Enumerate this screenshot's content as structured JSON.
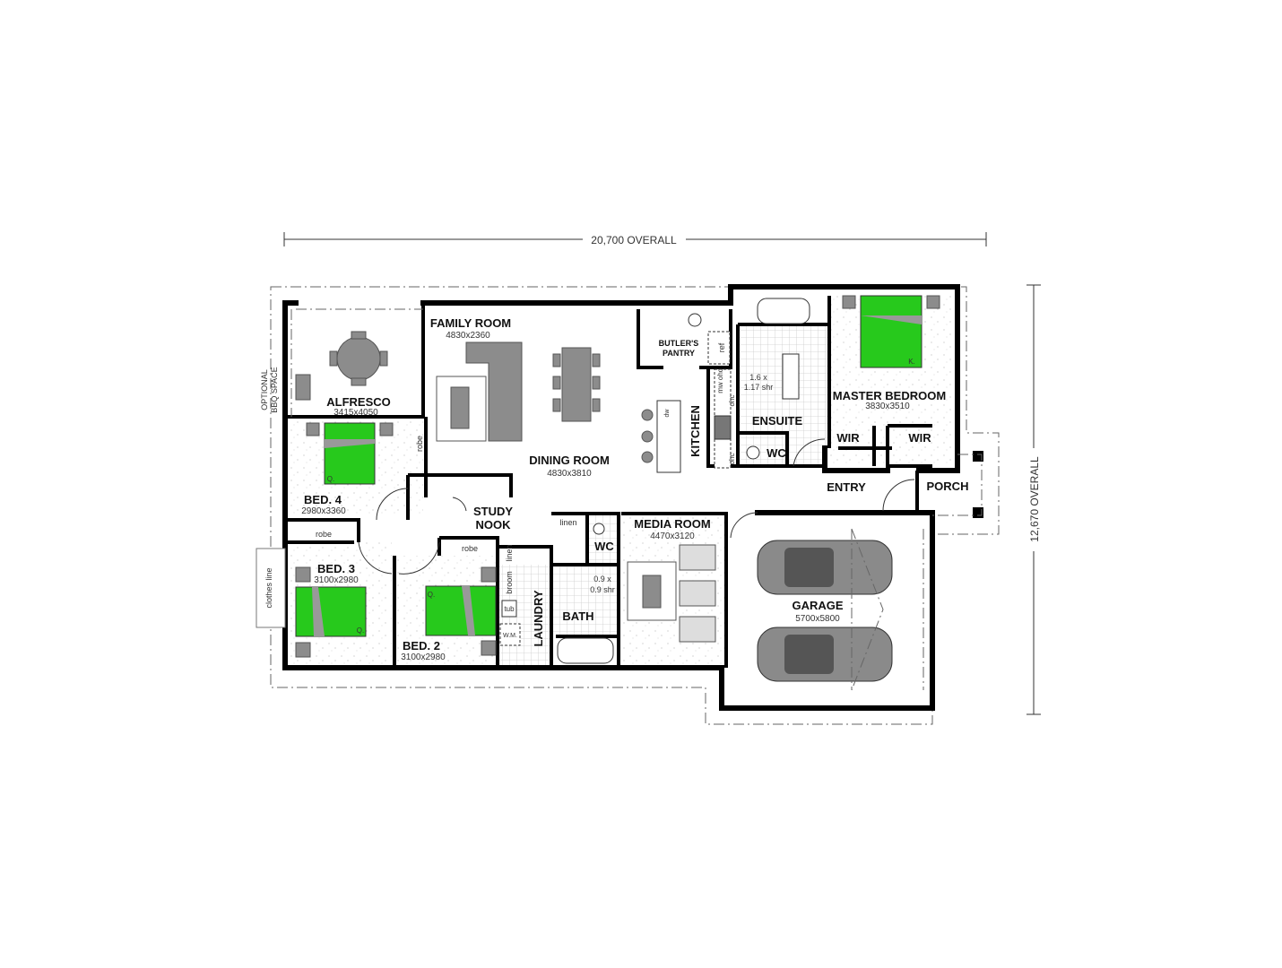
{
  "dimensions": {
    "overall_width": "20,700 OVERALL",
    "overall_depth": "12,670 OVERALL"
  },
  "colors": {
    "bed": "#27c91c",
    "furniture": "#8c8c8c",
    "walls": "#000000"
  },
  "rooms": {
    "family": {
      "name": "FAMILY ROOM",
      "size": "4830x2360"
    },
    "alfresco": {
      "name": "ALFRESCO",
      "size": "3415x4050"
    },
    "butlers": {
      "line1": "BUTLER'S",
      "line2": "PANTRY"
    },
    "kitchen": {
      "name": "KITCHEN"
    },
    "dining": {
      "name": "DINING ROOM",
      "size": "4830x3810"
    },
    "ensuite": {
      "name": "ENSUITE"
    },
    "wc_ensuite": {
      "name": "WC"
    },
    "master": {
      "name": "MASTER BEDROOM",
      "size": "3830x3510"
    },
    "wir1": {
      "name": "WIR"
    },
    "wir2": {
      "name": "WIR"
    },
    "entry": {
      "name": "ENTRY"
    },
    "porch": {
      "name": "PORCH"
    },
    "bed4": {
      "name": "BED. 4",
      "size": "2980x3360"
    },
    "study": {
      "line1": "STUDY",
      "line2": "NOOK"
    },
    "media": {
      "name": "MEDIA ROOM",
      "size": "4470x3120"
    },
    "wc": {
      "name": "WC"
    },
    "bed3": {
      "name": "BED. 3",
      "size": "3100x2980"
    },
    "bed2": {
      "name": "BED. 2",
      "size": "3100x2980"
    },
    "laundry": {
      "name": "LAUNDRY"
    },
    "bath": {
      "name": "BATH"
    },
    "garage": {
      "name": "GARAGE",
      "size": "5700x5800"
    }
  },
  "fixtures": {
    "robe": "robe",
    "linen": "linen",
    "broom": "broom",
    "tub": "tub",
    "wm": "W.M.",
    "ref": "ref",
    "mw_ohc": "mw ohc",
    "ohc": "ohc",
    "dw": "dw",
    "ens_shower_1": "1.6 x",
    "ens_shower_2": "1.17 shr",
    "bath_shower_1": "0.9 x",
    "bath_shower_2": "0.9 shr",
    "bbq_1": "OPTIONAL",
    "bbq_2": "BBQ SPACE",
    "clothes_line": "clothes line",
    "king": "K.",
    "queen": "Q."
  }
}
